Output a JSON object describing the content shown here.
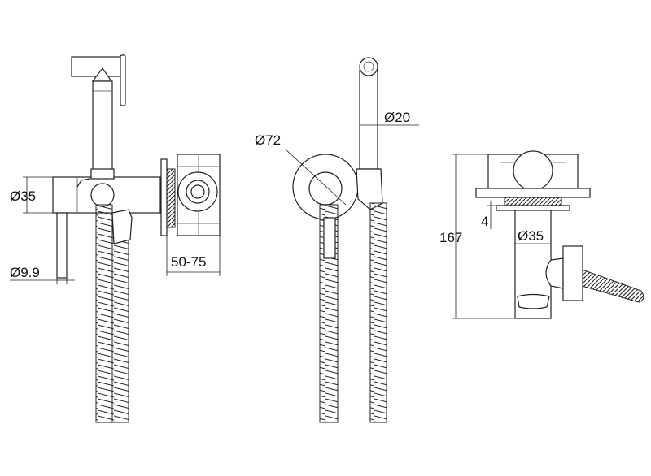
{
  "views": {
    "front": {
      "dim_body_diameter": "Ø35",
      "dim_pipe_diameter": "Ø9.9",
      "dim_wall_depth": "50-75"
    },
    "side": {
      "dim_plate_diameter": "Ø72",
      "dim_handle_diameter": "Ø20"
    },
    "section": {
      "dim_height": "167",
      "dim_plate_thickness": "4",
      "dim_body_diameter": "Ø35"
    }
  }
}
